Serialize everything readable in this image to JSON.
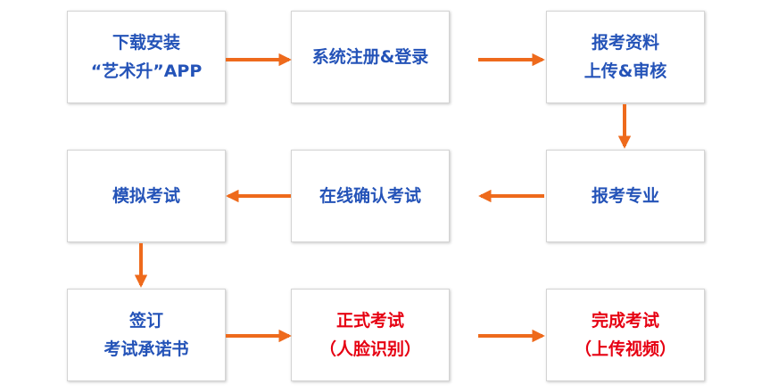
{
  "steps": [
    {
      "lines": [
        "下载安装",
        "“艺术升”APP"
      ]
    },
    {
      "lines": [
        "系统注册&登录"
      ]
    },
    {
      "lines": [
        "报考资料",
        "上传&审核"
      ]
    },
    {
      "lines": [
        "模拟考试"
      ]
    },
    {
      "lines": [
        "在线确认考试"
      ]
    },
    {
      "lines": [
        "报考专业"
      ]
    },
    {
      "lines": [
        "签订",
        "考试承诺书"
      ]
    },
    {
      "lines": [
        "正式考试",
        "（人脸识别）"
      ]
    },
    {
      "lines": [
        "完成考试",
        "（上传视频）"
      ]
    }
  ],
  "colors": {
    "blue_text": "#2453b8",
    "red_text": "#e60012",
    "arrow": "#ee6a1c",
    "border": "#d4d4d4"
  }
}
